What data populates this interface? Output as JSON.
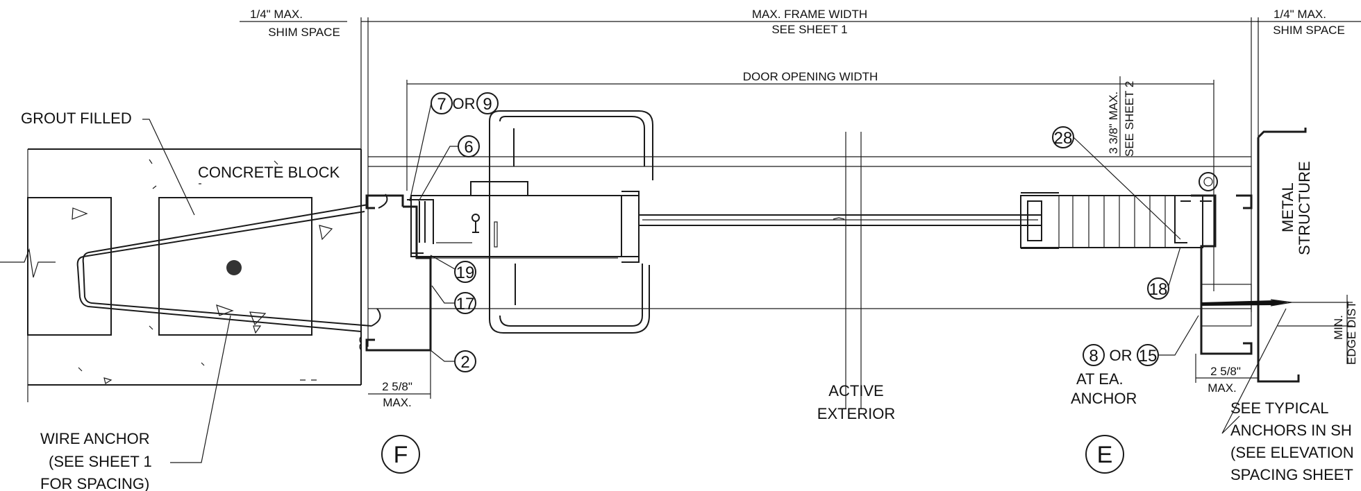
{
  "top": {
    "shim_left_1": "1/4\" MAX.",
    "shim_left_2": "SHIM SPACE",
    "frame_width_1": "MAX. FRAME WIDTH",
    "frame_width_2": "SEE SHEET 1",
    "shim_right_1": "1/4\" MAX.",
    "shim_right_2": "SHIM SPACE",
    "door_opening": "DOOR OPENING WIDTH",
    "max_338_1": "3 3/8\" MAX.",
    "max_338_2": "SEE SHEET 2"
  },
  "left": {
    "grout": "GROUT FILLED",
    "concrete": "CONCRETE BLOCK",
    "wire_1": "WIRE ANCHOR",
    "wire_2": "(SEE SHEET 1",
    "wire_3": "FOR SPACING)",
    "max_258_1": "2 5/8\"",
    "max_258_2": "MAX."
  },
  "center": {
    "active": "ACTIVE",
    "exterior": "EXTERIOR"
  },
  "right": {
    "metal_1": "METAL",
    "metal_2": "STRUCTURE",
    "min_1": "MIN.",
    "min_2": "EDGE DIST",
    "max_258_1": "2 5/8\"",
    "max_258_2": "MAX.",
    "or_text": "OR",
    "at_ea": "AT EA.",
    "anchor": "ANCHOR",
    "see_1": "SEE TYPICAL",
    "see_2": "ANCHORS IN SH",
    "see_3": "(SEE ELEVATION",
    "see_4": "SPACING SHEET"
  },
  "callouts": {
    "c7": "7",
    "or79": "OR",
    "c9": "9",
    "c6": "6",
    "c19": "19",
    "c17": "17",
    "c2": "2",
    "c28": "28",
    "c18": "18",
    "c8": "8",
    "c15": "15"
  },
  "sections": {
    "F": "F",
    "E": "E"
  }
}
